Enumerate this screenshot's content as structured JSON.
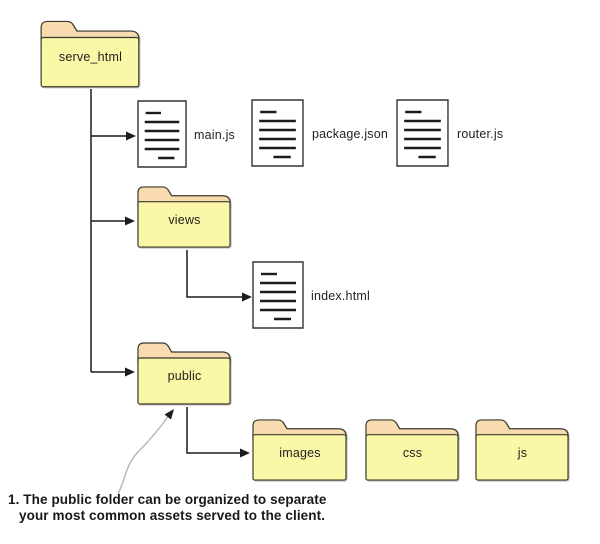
{
  "nodes": {
    "serve_html": {
      "label": "serve_html",
      "type": "folder"
    },
    "main_js": {
      "label": "main.js",
      "type": "file"
    },
    "package_json": {
      "label": "package.json",
      "type": "file"
    },
    "router_js": {
      "label": "router.js",
      "type": "file"
    },
    "views": {
      "label": "views",
      "type": "folder"
    },
    "index_html": {
      "label": "index.html",
      "type": "file"
    },
    "public": {
      "label": "public",
      "type": "folder"
    },
    "images": {
      "label": "images",
      "type": "folder"
    },
    "css": {
      "label": "css",
      "type": "folder"
    },
    "js": {
      "label": "js",
      "type": "folder"
    }
  },
  "tree": {
    "serve_html": [
      "main.js",
      "package.json",
      "router.js",
      "views",
      "public"
    ],
    "views": [
      "index.html"
    ],
    "public": [
      "images",
      "css",
      "js"
    ]
  },
  "annotation": {
    "line1": "1. The public folder can be organized to separate",
    "line2": "your most common assets served to the client."
  },
  "colors": {
    "folder_body": "#FAF7A6",
    "folder_tab": "#F8DBAE",
    "outline": "#3a3a2c",
    "file_fill": "#ffffff",
    "line_color": "#1c1c1c",
    "leader_color": "#b5b5b5",
    "background": "#ffffff"
  }
}
